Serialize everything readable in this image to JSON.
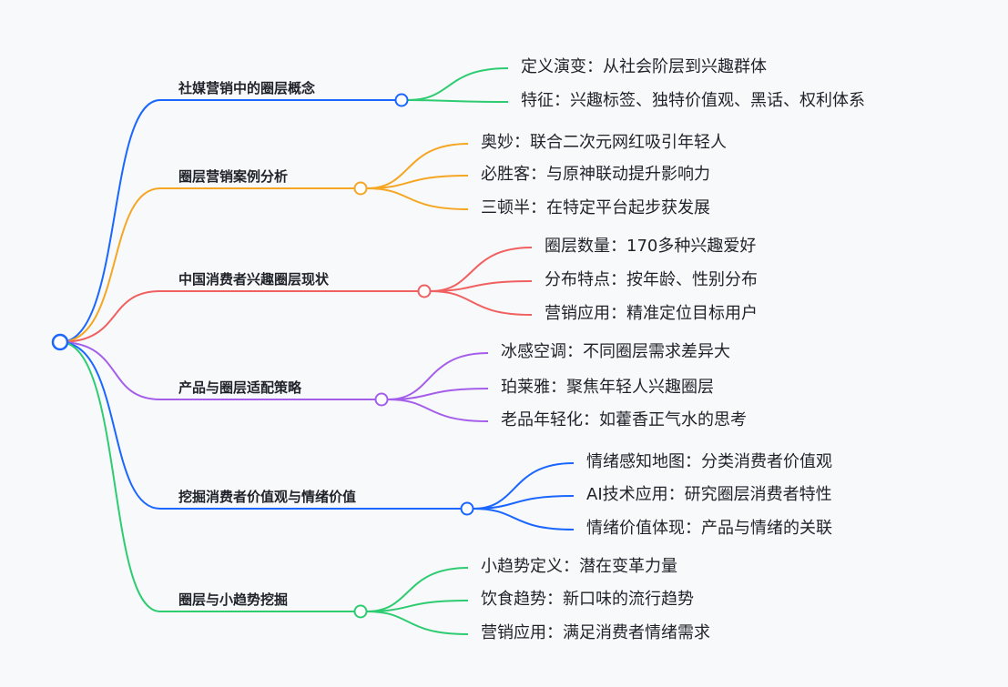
{
  "mindmap": {
    "root": {
      "label": "",
      "color": "#1a66ff"
    },
    "branches": [
      {
        "label": "社媒营销中的圈层概念",
        "color": "#1a66ff",
        "leaf_color": "#2ecc71",
        "children": [
          "定义演变：从社会阶层到兴趣群体",
          "特征：兴趣标签、独特价值观、黑话、权利体系"
        ]
      },
      {
        "label": "圈层营销案例分析",
        "color": "#f5a623",
        "leaf_color": "#f5a623",
        "children": [
          "奥妙：联合二次元网红吸引年轻人",
          "必胜客：与原神联动提升影响力",
          "三顿半：在特定平台起步获发展"
        ]
      },
      {
        "label": "中国消费者兴趣圈层现状",
        "color": "#f06060",
        "leaf_color": "#f06060",
        "children": [
          "圈层数量：170多种兴趣爱好",
          "分布特点：按年龄、性别分布",
          "营销应用：精准定位目标用户"
        ]
      },
      {
        "label": "产品与圈层适配策略",
        "color": "#a55eea",
        "leaf_color": "#a55eea",
        "children": [
          "冰感空调：不同圈层需求差异大",
          "珀莱雅：聚焦年轻人兴趣圈层",
          "老品年轻化：如藿香正气水的思考"
        ]
      },
      {
        "label": "挖掘消费者价值观与情绪价值",
        "color": "#1a66ff",
        "leaf_color": "#1a66ff",
        "children": [
          "情绪感知地图：分类消费者价值观",
          "AI技术应用：研究圈层消费者特性",
          "情绪价值体现：产品与情绪的关联"
        ]
      },
      {
        "label": "圈层与小趋势挖掘",
        "color": "#2ecc71",
        "leaf_color": "#2ecc71",
        "children": [
          "小趋势定义：潜在变革力量",
          "饮食趋势：新口味的流行趋势",
          "营销应用：满足消费者情绪需求"
        ]
      }
    ]
  }
}
